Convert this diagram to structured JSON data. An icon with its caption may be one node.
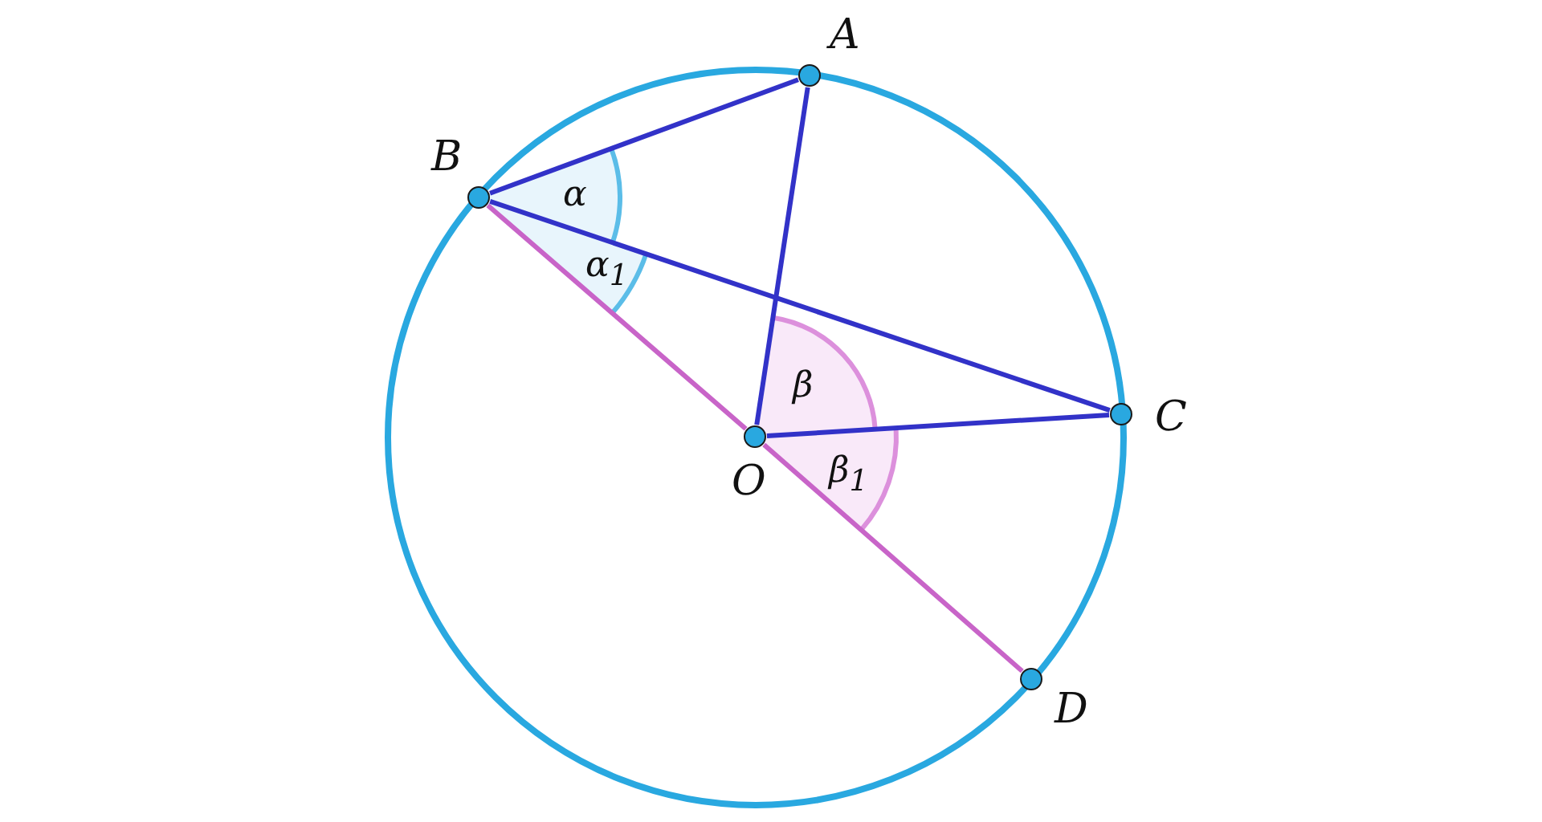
{
  "diagram": {
    "nodes": [
      {
        "text": [
          "A"
        ]
      },
      {
        "text": [
          "B"
        ]
      },
      {
        "text": [
          "C"
        ]
      },
      {
        "text": [
          "O"
        ]
      },
      {
        "text": [
          "D"
        ]
      }
    ],
    "edges": [
      {
        "from": 1,
        "to": 0,
        "arrow": "none"
      },
      {
        "from": 0,
        "to": 3,
        "arrow": "none"
      },
      {
        "from": 1,
        "to": 2,
        "arrow": "none"
      },
      {
        "from": 3,
        "to": 2,
        "arrow": "none"
      },
      {
        "from": 1,
        "to": 3,
        "arrow": "none",
        "color": "#c864c8"
      },
      {
        "from": 3,
        "to": 4,
        "arrow": "none",
        "color": "#c864c8"
      }
    ],
    "labels": [
      "α",
      "α$_{1}$",
      "β",
      "β$_{1}$"
    ]
  }
}
